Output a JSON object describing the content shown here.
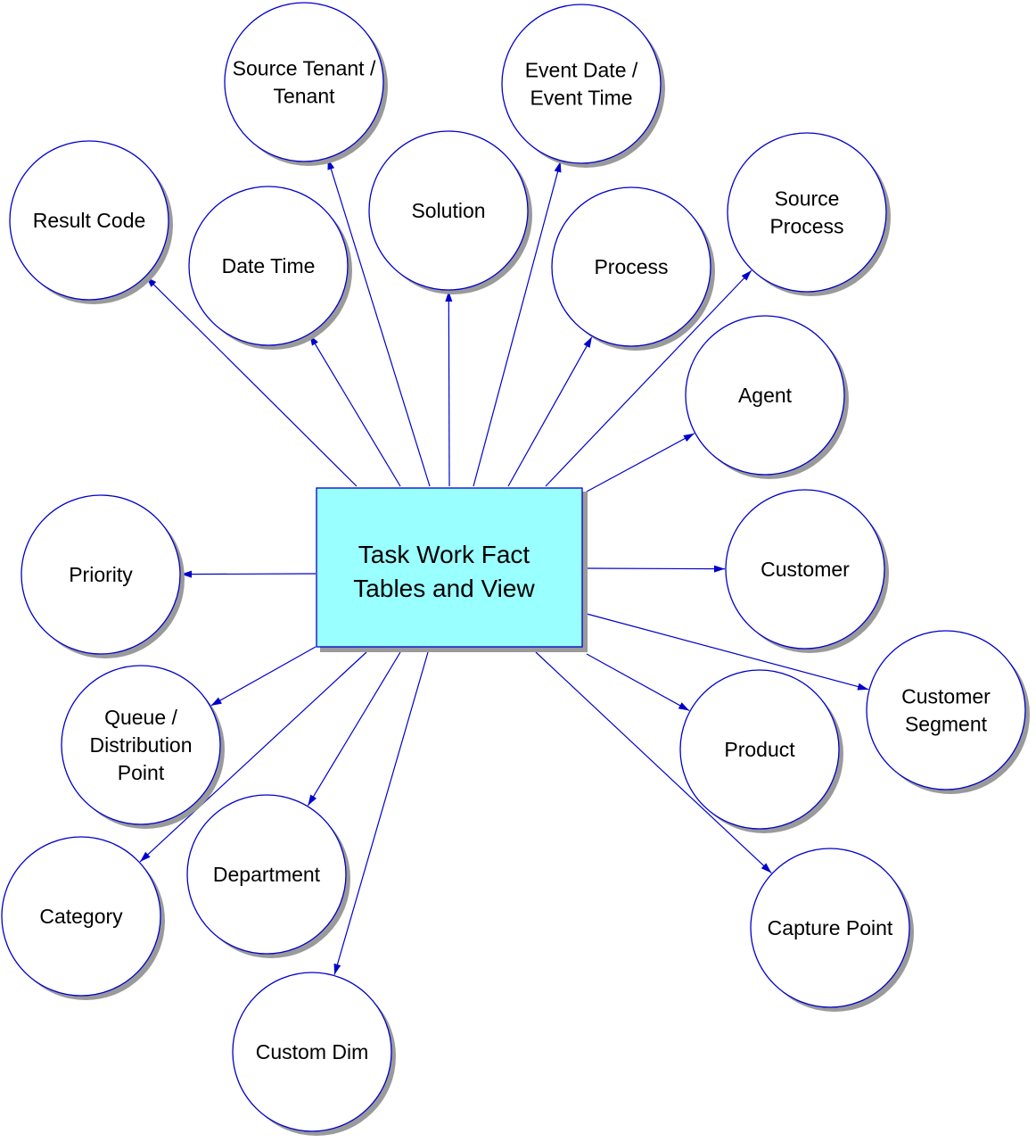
{
  "center": {
    "lines": [
      "Task Work Fact",
      "Tables and View"
    ]
  },
  "nodes": [
    {
      "id": "result-code",
      "lines": [
        "Result Code"
      ]
    },
    {
      "id": "source-tenant",
      "lines": [
        "Source Tenant /",
        "Tenant"
      ]
    },
    {
      "id": "date-time",
      "lines": [
        "Date Time"
      ]
    },
    {
      "id": "solution",
      "lines": [
        "Solution"
      ]
    },
    {
      "id": "event-date",
      "lines": [
        "Event Date /",
        "Event Time"
      ]
    },
    {
      "id": "process",
      "lines": [
        "Process"
      ]
    },
    {
      "id": "source-process",
      "lines": [
        "Source",
        "Process"
      ]
    },
    {
      "id": "agent",
      "lines": [
        "Agent"
      ]
    },
    {
      "id": "customer",
      "lines": [
        "Customer"
      ]
    },
    {
      "id": "customer-segment",
      "lines": [
        "Customer",
        "Segment"
      ]
    },
    {
      "id": "product",
      "lines": [
        "Product"
      ]
    },
    {
      "id": "capture-point",
      "lines": [
        "Capture Point"
      ]
    },
    {
      "id": "priority",
      "lines": [
        "Priority"
      ]
    },
    {
      "id": "queue",
      "lines": [
        "Queue /",
        "Distribution",
        "Point"
      ]
    },
    {
      "id": "category",
      "lines": [
        "Category"
      ]
    },
    {
      "id": "department",
      "lines": [
        "Department"
      ]
    },
    {
      "id": "custom-dim",
      "lines": [
        "Custom Dim"
      ]
    }
  ],
  "colors": {
    "center_fill": "#99ffff",
    "outline": "#0000cc",
    "shadow": "#9a9a9a"
  }
}
